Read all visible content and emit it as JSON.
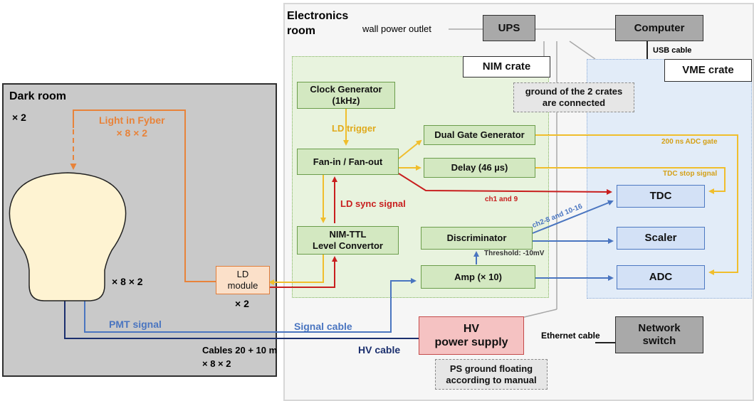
{
  "rooms": {
    "dark_room": {
      "title": "Dark room",
      "multiplier": "× 2"
    },
    "electronics_room": {
      "title": "Electronics\nroom"
    }
  },
  "crates": {
    "nim": "NIM crate",
    "vme": "VME crate"
  },
  "nodes": {
    "clock_generator": "Clock Generator\n(1kHz)",
    "fan_in_out": "Fan-in / Fan-out",
    "nim_ttl": "NIM-TTL\nLevel Convertor",
    "dual_gate": "Dual Gate Generator",
    "delay": "Delay (46 µs)",
    "discriminator": "Discriminator",
    "amp": "Amp (× 10)",
    "tdc": "TDC",
    "scaler": "Scaler",
    "adc": "ADC",
    "ups": "UPS",
    "computer": "Computer",
    "hv_supply": "HV\npower supply",
    "network_switch": "Network\nswitch",
    "ld_module": "LD\nmodule"
  },
  "notes": {
    "ground_crates": "ground of the 2 crates\nare connected",
    "ps_ground": "PS ground floating\naccording to manual"
  },
  "labels": {
    "light_in_fyber": "Light in Fyber\n× 8 × 2",
    "pmt_multiplier": "× 8 × 2",
    "ld_multiplier": "× 2",
    "pmt_signal": "PMT  signal",
    "cables": "Cables 20 + 10 m\n× 8 × 2",
    "signal_cable": "Signal cable",
    "hv_cable": "HV cable",
    "wall_power": "wall power outlet",
    "usb_cable": "USB cable",
    "ethernet_cable": "Ethernet cable",
    "ld_trigger": "LD trigger",
    "ld_sync": "LD sync signal",
    "ch1_9": "ch1 and 9",
    "ch2_8": "ch2-8 and 10-16",
    "threshold": "Threshold: -10mV",
    "adc_gate": "200 ns ADC gate",
    "tdc_stop": "TDC stop signal"
  },
  "colors": {
    "orange": "#e8833a",
    "yellow": "#f0be2c",
    "red": "#c81e1e",
    "blue": "#4a75c0",
    "navy": "#1b2f6e",
    "gray_line": "#a8a8a8"
  }
}
